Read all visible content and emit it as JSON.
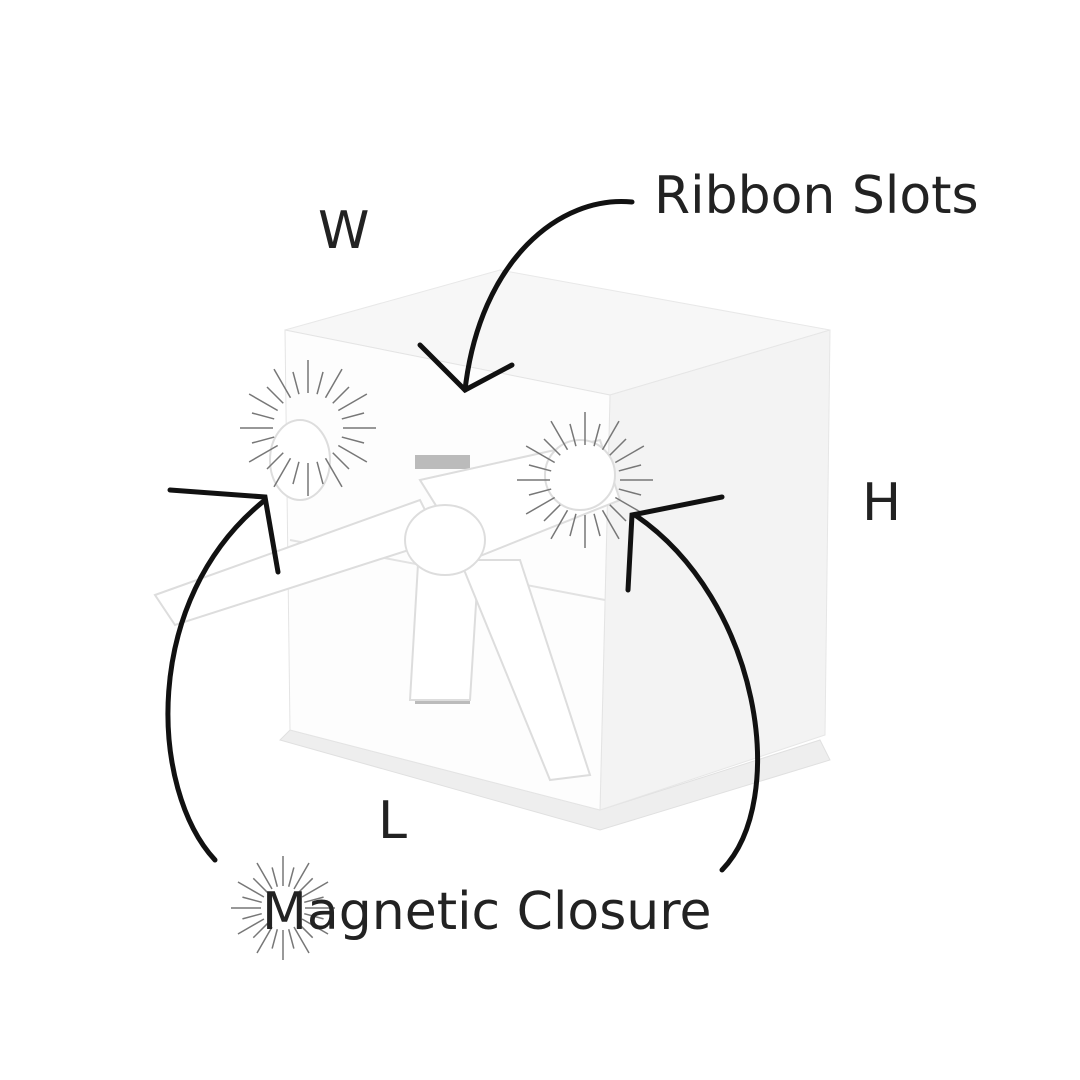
{
  "labels": {
    "ribbon_slots": "Ribbon Slots",
    "width": "W",
    "height": "H",
    "length": "L",
    "magnetic_closure": "Magnetic Closure"
  },
  "colors": {
    "text": "#222222",
    "arrow": "#111111",
    "box_front": "#fdfdfd",
    "box_side": "#f3f3f3",
    "box_top": "#f7f7f7",
    "sparkle": "#777777"
  }
}
